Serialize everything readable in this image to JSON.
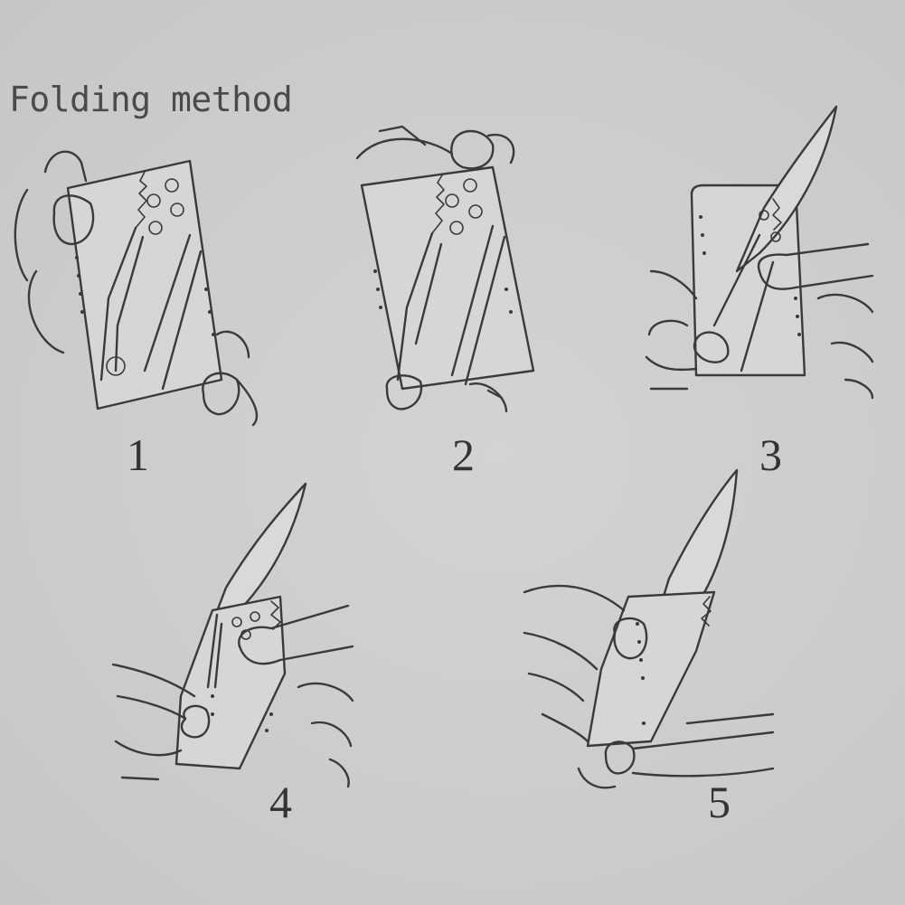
{
  "title": "Folding method",
  "steps": [
    {
      "label": "1"
    },
    {
      "label": "2"
    },
    {
      "label": "3"
    },
    {
      "label": "4"
    },
    {
      "label": "5"
    }
  ],
  "colors": {
    "background": "#cfcfcf",
    "ink": "#3a3a3a",
    "text": "#333333"
  }
}
